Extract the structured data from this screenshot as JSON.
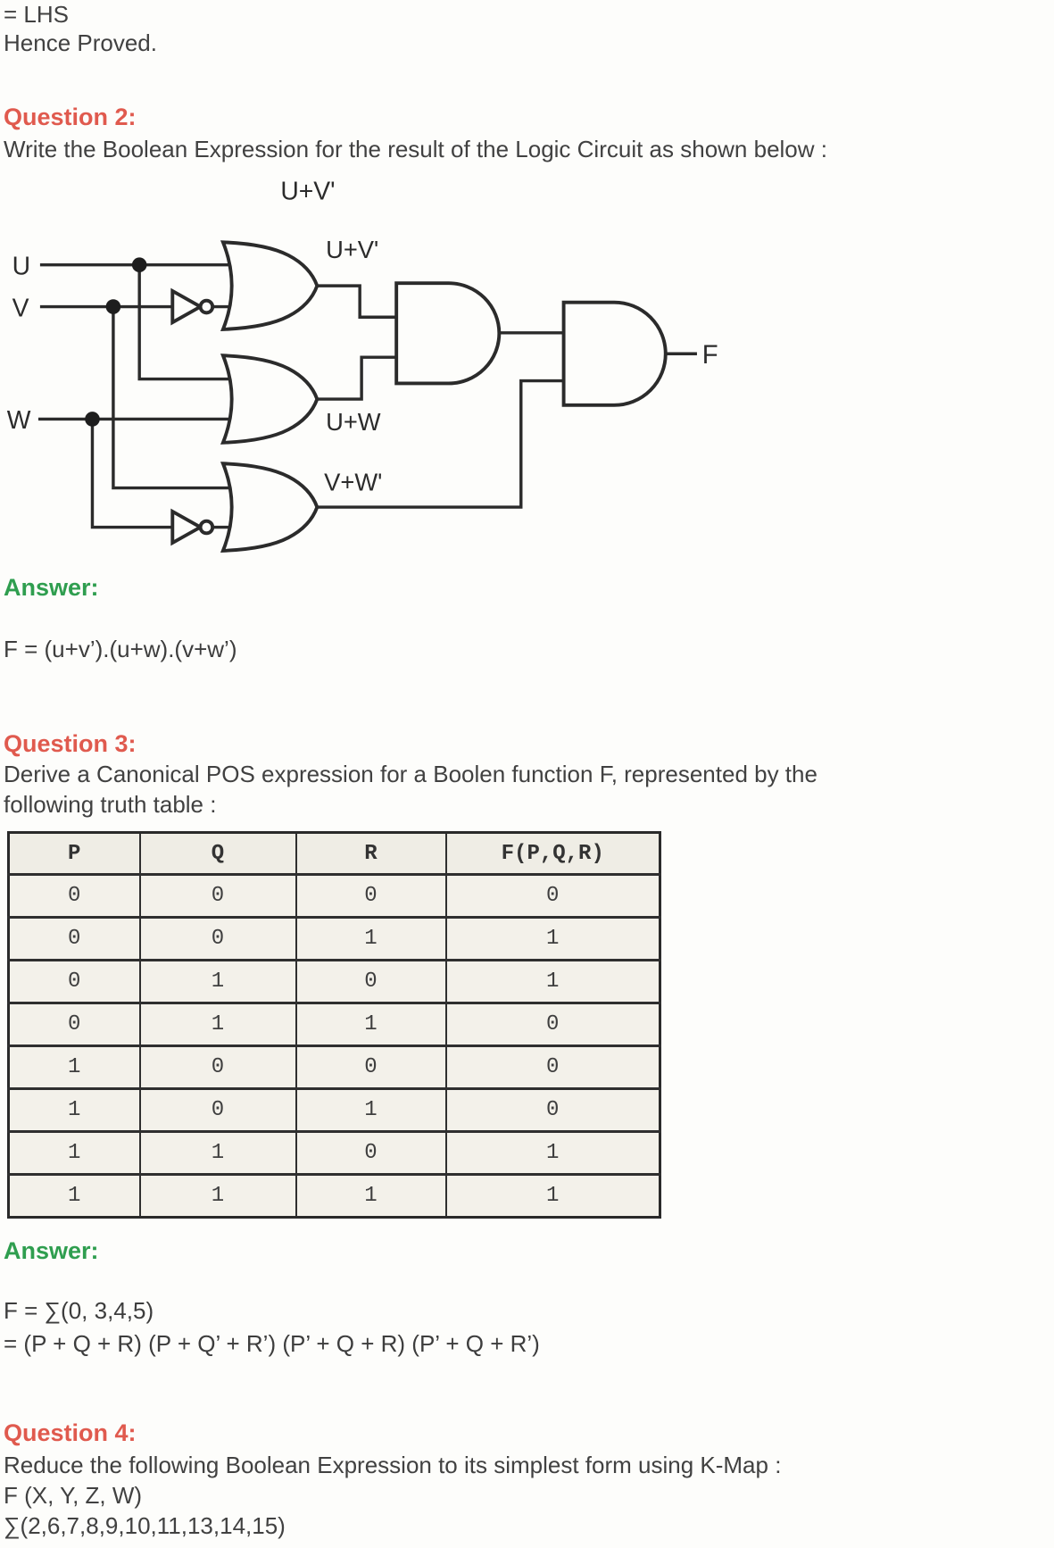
{
  "intro": {
    "line1": "= LHS",
    "line2": "Hence Proved."
  },
  "q2": {
    "heading": "Question 2:",
    "prompt": "Write the Boolean Expression for the result of the Logic Circuit as shown below :",
    "circuit": {
      "input_u": "U",
      "input_v": "V",
      "input_w": "W",
      "label_top": "U+V'",
      "label_or1_out": "U+V'",
      "label_or2_out": "U+W",
      "label_or3_out": "V+W'",
      "output": "F"
    },
    "answer_heading": "Answer:",
    "answer": "F = (u+v’).(u+w).(v+w’)"
  },
  "q3": {
    "heading": "Question 3:",
    "prompt_line1": "Derive a Canonical POS expression for a Boolen function F, represented by the",
    "prompt_line2": "following truth table :",
    "truth_table": {
      "headers": [
        "P",
        "Q",
        "R",
        "F(P,Q,R)"
      ],
      "rows": [
        [
          "0",
          "0",
          "0",
          "0"
        ],
        [
          "0",
          "0",
          "1",
          "1"
        ],
        [
          "0",
          "1",
          "0",
          "1"
        ],
        [
          "0",
          "1",
          "1",
          "0"
        ],
        [
          "1",
          "0",
          "0",
          "0"
        ],
        [
          "1",
          "0",
          "1",
          "0"
        ],
        [
          "1",
          "1",
          "0",
          "1"
        ],
        [
          "1",
          "1",
          "1",
          "1"
        ]
      ]
    },
    "answer_heading": "Answer:",
    "answer_line1": "F = ∑(0, 3,4,5)",
    "answer_line2": "= (P + Q + R) (P + Q’ + R’) (P’ + Q + R) (P’ + Q + R’)"
  },
  "q4": {
    "heading": "Question 4:",
    "prompt": "Reduce the following Boolean Expression to its simplest form using K-Map :",
    "line2": "F (X, Y, Z, W)",
    "line3": "∑(2,6,7,8,9,10,11,13,14,15)"
  }
}
